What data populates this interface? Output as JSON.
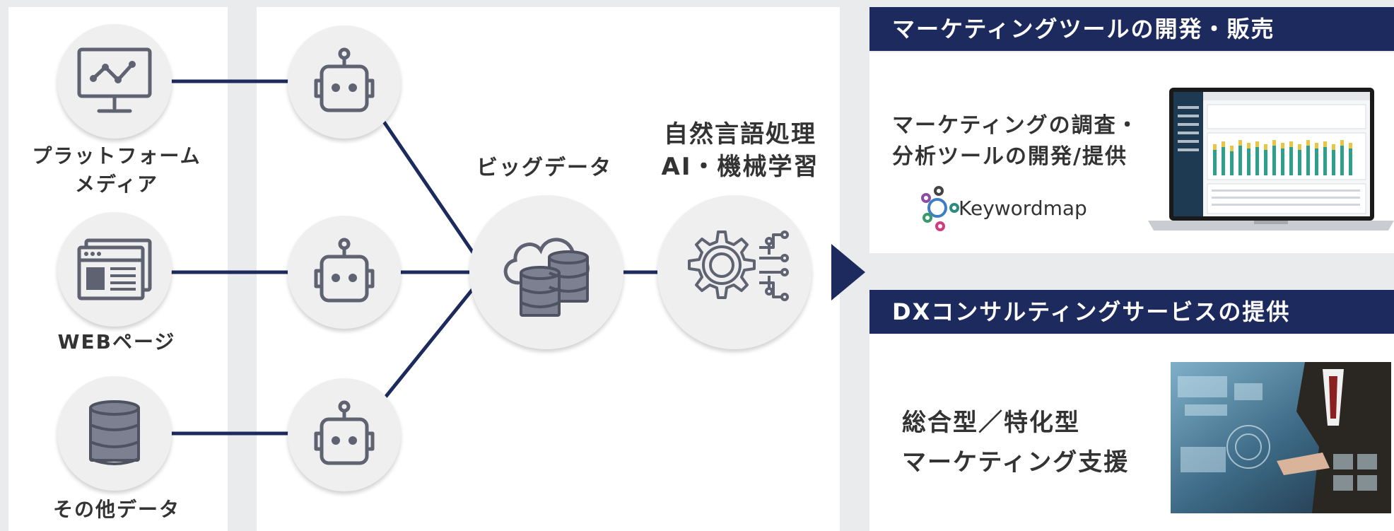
{
  "sources": {
    "platform": {
      "label_line1": "プラットフォーム",
      "label_line2": "メディア",
      "icon": "monitor-chart-icon"
    },
    "web": {
      "label": "WEBページ",
      "icon": "web-page-icon"
    },
    "other": {
      "label": "その他データ",
      "icon": "database-icon"
    }
  },
  "crawler_icon": "robot-icon",
  "bigdata": {
    "label": "ビッグデータ",
    "icon": "cloud-database-icon"
  },
  "ai": {
    "label_line1": "自然言語処理",
    "label_line2": "AI・機械学習",
    "icon": "gear-circuit-icon"
  },
  "services": [
    {
      "header": "マーケティングツールの開発・販売",
      "text_line1": "マーケティングの調査・",
      "text_line2": "分析ツールの開発/提供",
      "logo_text": "Keywordmap",
      "image": "laptop-dashboard-image"
    },
    {
      "header": "DXコンサルティングサービスの提供",
      "text_line1": "総合型／特化型",
      "text_line2": "マーケティング支援",
      "image": "business-person-hologram-image"
    }
  ],
  "colors": {
    "navy": "#1c2a5d",
    "icon_gray": "#5e6271",
    "circle_bg": "#efefef"
  }
}
